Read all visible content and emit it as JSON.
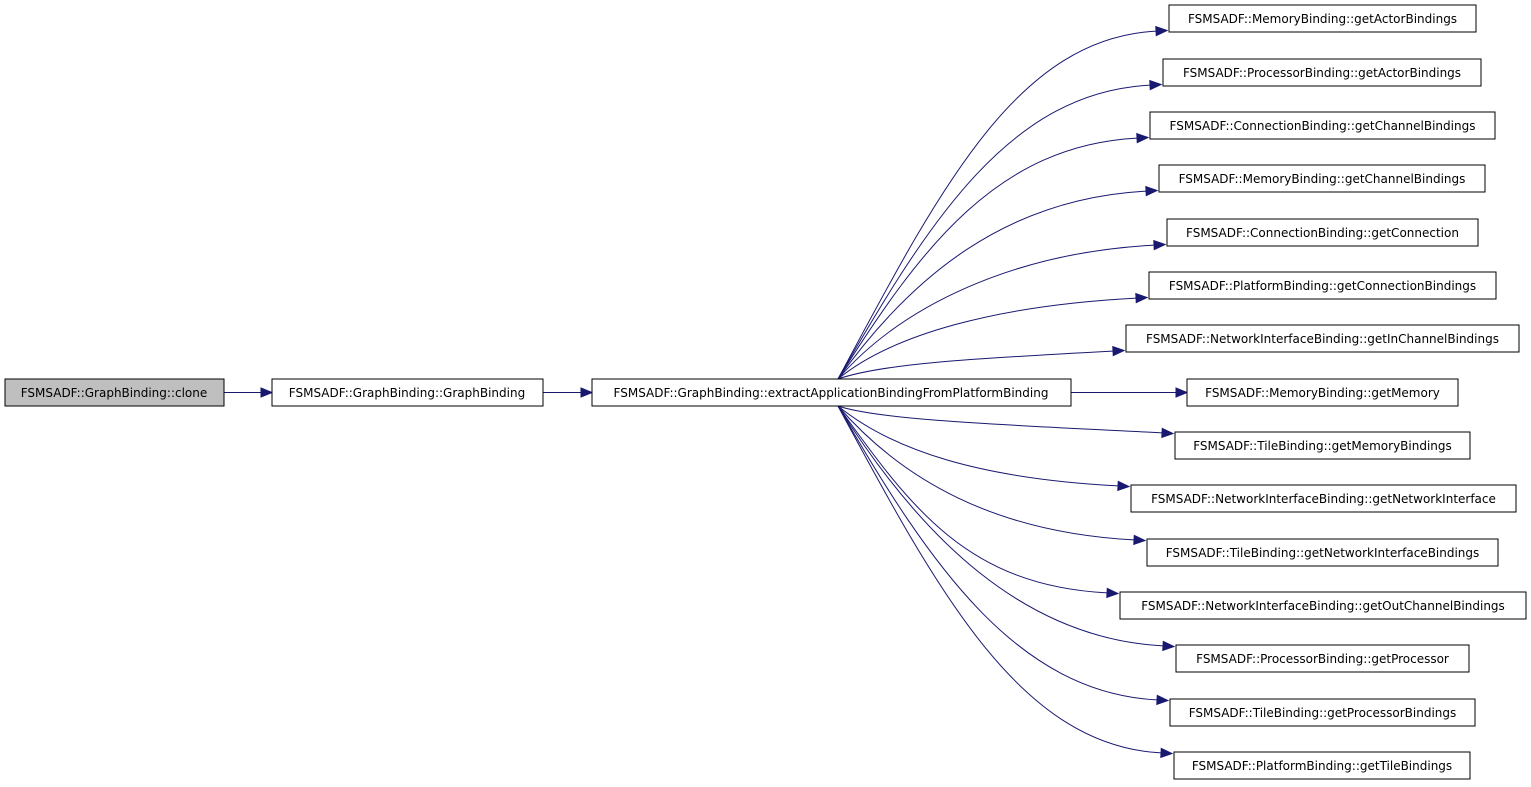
{
  "diagram": {
    "colors": {
      "root_fill": "#bfbfbf",
      "node_fill": "#ffffff",
      "node_border": "#000000",
      "edge": "#191970"
    },
    "nodes": {
      "root": "FSMSADF::GraphBinding::clone",
      "constructor": "FSMSADF::GraphBinding::GraphBinding",
      "extract": "FSMSADF::GraphBinding::extractApplicationBindingFromPlatformBinding",
      "callees": [
        "FSMSADF::MemoryBinding::getActorBindings",
        "FSMSADF::ProcessorBinding::getActorBindings",
        "FSMSADF::ConnectionBinding::getChannelBindings",
        "FSMSADF::MemoryBinding::getChannelBindings",
        "FSMSADF::ConnectionBinding::getConnection",
        "FSMSADF::PlatformBinding::getConnectionBindings",
        "FSMSADF::NetworkInterfaceBinding::getInChannelBindings",
        "FSMSADF::MemoryBinding::getMemory",
        "FSMSADF::TileBinding::getMemoryBindings",
        "FSMSADF::NetworkInterfaceBinding::getNetworkInterface",
        "FSMSADF::TileBinding::getNetworkInterfaceBindings",
        "FSMSADF::NetworkInterfaceBinding::getOutChannelBindings",
        "FSMSADF::ProcessorBinding::getProcessor",
        "FSMSADF::TileBinding::getProcessorBindings",
        "FSMSADF::PlatformBinding::getTileBindings"
      ]
    }
  }
}
